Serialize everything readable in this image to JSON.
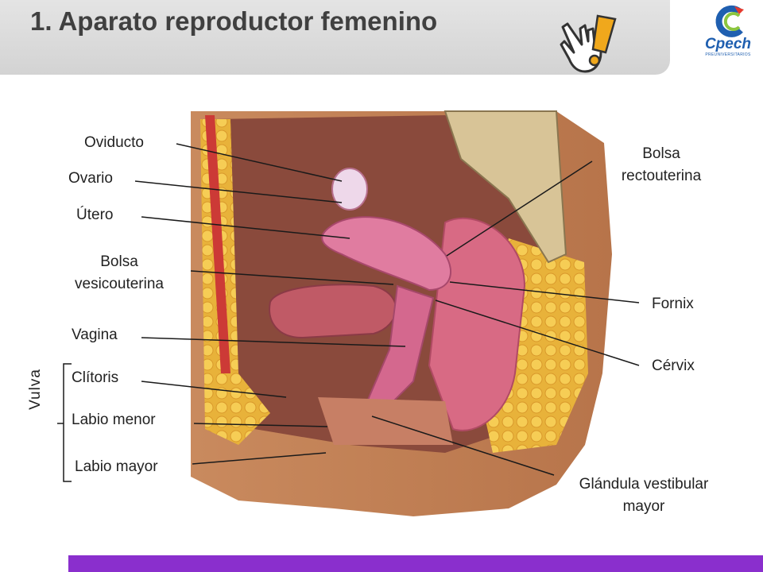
{
  "header": {
    "title": "1. Aparato reproductor femenino"
  },
  "logo": {
    "word": "Cpech",
    "sub": "PREUNIVERSITARIOS"
  },
  "labels": {
    "oviducto": "Oviducto",
    "ovario": "Ovario",
    "utero": "Útero",
    "bolsa_vesicouterina_1": "Bolsa",
    "bolsa_vesicouterina_2": "vesicouterina",
    "vagina": "Vagina",
    "clitoris": "Clítoris",
    "labio_menor": "Labio menor",
    "labio_mayor": "Labio mayor",
    "vulva": "Vulva",
    "bolsa_rectouterina_1": "Bolsa",
    "bolsa_rectouterina_2": "rectouterina",
    "fornix": "Fornix",
    "cervix": "Cérvix",
    "glandula_1": "Glándula vestibular",
    "glandula_2": "mayor"
  },
  "colors": {
    "accent_bar": "#8a2fcd",
    "title_text": "#404040",
    "logo_blue": "#1f5fb0",
    "hand_icon_accent": "#f0a81c"
  },
  "icons": {
    "hand": "pointing-hand-icon",
    "exclamation": "exclamation-icon",
    "logo": "cpech-logo"
  }
}
